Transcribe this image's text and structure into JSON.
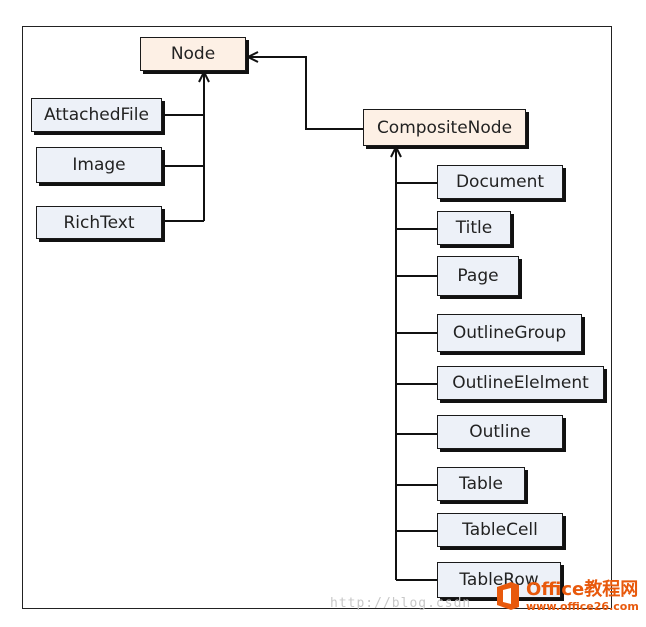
{
  "diagram": {
    "root": {
      "label": "Node"
    },
    "leaf_children": [
      {
        "label": "AttachedFile"
      },
      {
        "label": "Image"
      },
      {
        "label": "RichText"
      }
    ],
    "composite": {
      "label": "CompositeNode"
    },
    "composite_children": [
      {
        "label": "Document"
      },
      {
        "label": "Title"
      },
      {
        "label": "Page"
      },
      {
        "label": "OutlineGroup"
      },
      {
        "label": "OutlineElelment"
      },
      {
        "label": "Outline"
      },
      {
        "label": "Table"
      },
      {
        "label": "TableCell"
      },
      {
        "label": "TableRow"
      }
    ]
  },
  "colors": {
    "root_fill": "#fdf0e5",
    "child_fill": "#edf1f8",
    "line": "#111111"
  },
  "watermark": {
    "url_text": "http://blog.csdn",
    "brand": "Office教程网",
    "site": "www.office26.com"
  }
}
